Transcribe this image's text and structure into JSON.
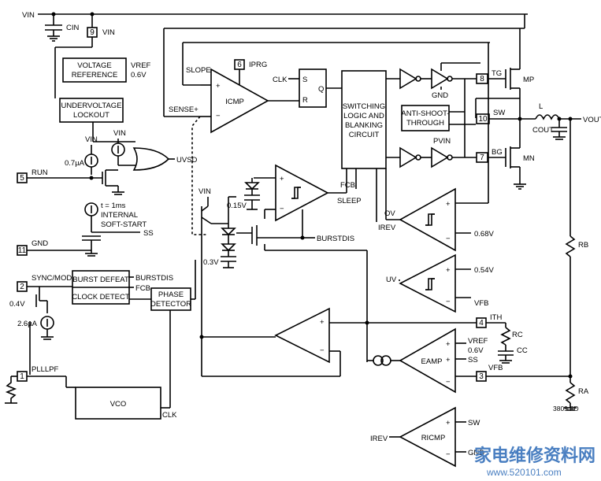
{
  "supplies": {
    "vin": "VIN",
    "cin": "CIN",
    "vin_pin9": "VIN",
    "vin_current": "VIN",
    "vin_pull": "VIN",
    "vin_bjt": "VIN",
    "pvin": "PVIN",
    "vout": "VOUT",
    "cout": "COUT"
  },
  "pins": [
    {
      "num": "9",
      "name": "VIN"
    },
    {
      "num": "6",
      "name": "IPRG"
    },
    {
      "num": "8",
      "name": "TG"
    },
    {
      "num": "10",
      "name": "SW"
    },
    {
      "num": "7",
      "name": "BG"
    },
    {
      "num": "5",
      "name": "RUN"
    },
    {
      "num": "11",
      "name": "GND"
    },
    {
      "num": "2",
      "name": "SYNC/MODE"
    },
    {
      "num": "1",
      "name": "PLLLPF"
    },
    {
      "num": "4",
      "name": "ITH"
    },
    {
      "num": "3",
      "name": "VFB"
    }
  ],
  "blocks": {
    "vref_line1": "VOLTAGE",
    "vref_line2": "REFERENCE",
    "vref_out": "VREF",
    "vref_val": "0.6V",
    "uvlo_line1": "UNDERVOLTAGE",
    "uvlo_line2": "LOCKOUT",
    "icmp": "ICMP",
    "sr_s": "S",
    "sr_r": "R",
    "sr_q": "Q",
    "clk_in": "CLK",
    "logic_l1": "SWITCHING",
    "logic_l2": "LOGIC AND",
    "logic_l3": "BLANKING",
    "logic_l4": "CIRCUIT",
    "ast_l1": "ANTI-SHOOT-",
    "ast_l2": "THROUGH",
    "burst_defeat": "BURST DEFEAT",
    "clock_detect": "CLOCK DETECT",
    "phase_l1": "PHASE",
    "phase_l2": "DETECTOR",
    "vco": "VCO",
    "eamp": "EAMP",
    "ricmp": "RICMP",
    "softstart_l1": "t = 1ms",
    "softstart_l2": "INTERNAL",
    "softstart_l3": "SOFT-START"
  },
  "signals": {
    "slope": "SLOPE",
    "sense": "SENSE+",
    "uvsd": "UVSD",
    "fcb_logic": "FCB",
    "sleep": "SLEEP",
    "burstdis_top": "BURSTDIS",
    "burstdis_mid": "BURSTDIS",
    "fcb_mid": "FCB",
    "ov": "OV",
    "uv": "UV",
    "irev": "IREV",
    "irev2": "IREV",
    "ss": "SS",
    "ss2": "SS",
    "clk_vco": "CLK",
    "vfb_ov": "VFB",
    "vfb_eamp": "VFB",
    "vref_eamp": "VREF",
    "vref_eamp_val": "0.6V",
    "sw_ricmp": "SW",
    "gnd_ricmp": "GND",
    "gnd_driver": "GND",
    "mp": "MP",
    "mn": "MN"
  },
  "values": {
    "i_run": "0.7µA",
    "v_sleep_ref": "0.15V",
    "v_clamp": "0.3V",
    "v_ov": "0.68V",
    "v_uv": "0.54V",
    "v_sync": "0.4V",
    "i_sync": "2.6µA"
  },
  "components": {
    "l": "L",
    "rb": "RB",
    "ra": "RA",
    "rc": "RC",
    "cc": "CC"
  },
  "footer": {
    "figure_code": "3809 FD",
    "watermark": "家电维修资料网",
    "watermark_url": "www.520101.com"
  }
}
